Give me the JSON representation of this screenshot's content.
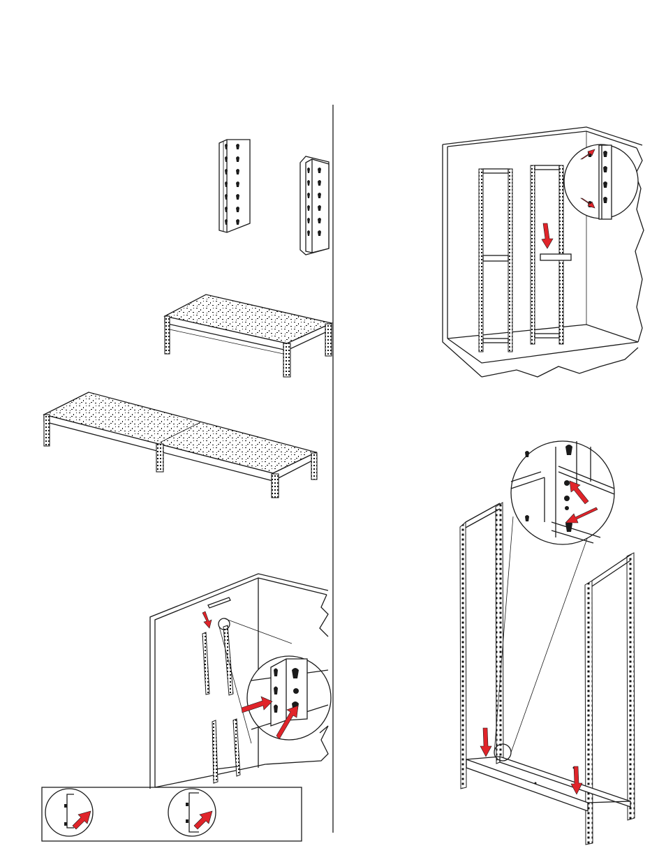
{
  "document": {
    "kind": "assembly-instruction-sheet",
    "text_labels": [],
    "colors": {
      "line": "#1a1a1a",
      "arrow": "#e0242a",
      "paper": "#ffffff"
    }
  },
  "figures": [
    {
      "id": "fig-uprights",
      "icon": "angle-post-icon"
    },
    {
      "id": "fig-single-shelf",
      "icon": "particleboard-shelf-icon"
    },
    {
      "id": "fig-double-shelf",
      "icon": "particleboard-shelf-icon"
    },
    {
      "id": "fig-wall-install",
      "icon": "wall-mount-icon"
    },
    {
      "id": "fig-legend-box",
      "icon": "arrow-legend-icon"
    },
    {
      "id": "fig-frames-in-room",
      "icon": "upright-frame-icon"
    },
    {
      "id": "fig-beam-connection",
      "icon": "beam-clip-icon"
    }
  ]
}
